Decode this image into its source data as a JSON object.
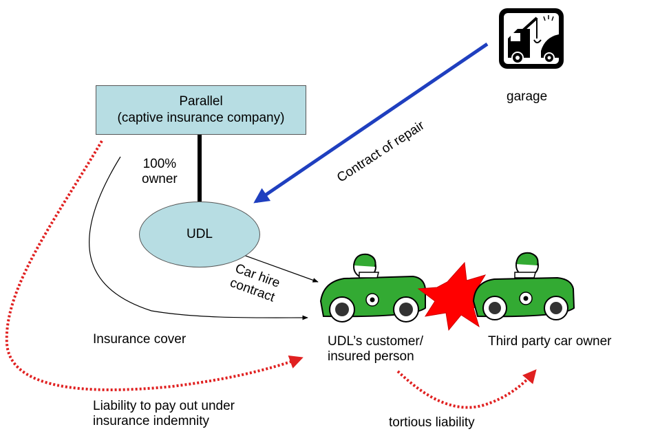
{
  "diagram": {
    "parallel_box": {
      "line1": "Parallel",
      "line2": "(captive insurance company)"
    },
    "ownership": {
      "line1": "100%",
      "line2": "owner"
    },
    "udl": "UDL",
    "garage": "garage",
    "contract_of_repair": "Contract of repair",
    "car_hire": {
      "line1": "Car hire",
      "line2": "contract"
    },
    "insurance_cover": "Insurance cover",
    "customer": {
      "line1": "UDL’s customer/",
      "line2": "insured person"
    },
    "third_party": "Third party car owner",
    "liability": {
      "line1": "Liability to pay out under",
      "line2": "insurance indemnity"
    },
    "tortious": "tortious liability",
    "colors": {
      "box_fill": "#b7dde3",
      "repair_arrow": "#1f3fbf",
      "dotted_arrows": "#e02020",
      "car_green": "#33aa33",
      "crash": "#ff0000"
    },
    "icons": [
      "tow-truck-icon",
      "racing-car-icon",
      "crash-burst-icon"
    ]
  }
}
